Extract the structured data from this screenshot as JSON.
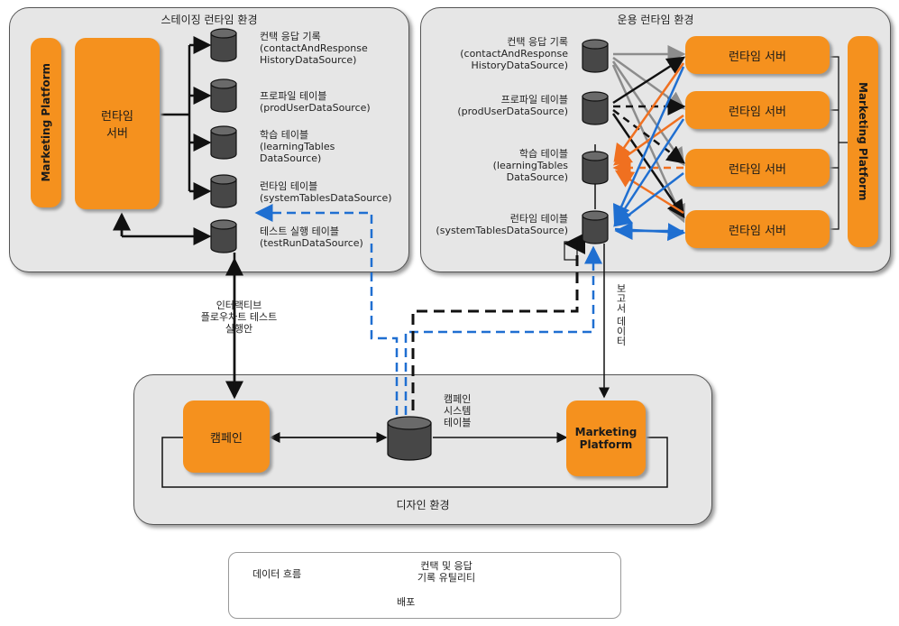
{
  "staging": {
    "title": "스테이징 런타임 환경",
    "platform": "Marketing Platform",
    "server": "런타임\n서버",
    "tables": [
      {
        "name": "컨택 응답 기록",
        "source": "(contactAndResponse\nHistoryDataSource)"
      },
      {
        "name": "프로파일 테이블",
        "source": "(prodUserDataSource)"
      },
      {
        "name": "학습 테이블",
        "source": "(learningTables\nDataSource)"
      },
      {
        "name": "런타임 테이블",
        "source": "(systemTablesDataSource)"
      },
      {
        "name": "테스트 실행 테이블",
        "source": "(testRunDataSource)"
      }
    ]
  },
  "production": {
    "title": "운용 런타임 환경",
    "platform": "Marketing Platform",
    "servers": [
      "런타임 서버",
      "런타임 서버",
      "런타임 서버",
      "런타임 서버"
    ],
    "tables": [
      {
        "name": "컨택 응답 기록",
        "source": "(contactAndResponse\nHistoryDataSource)"
      },
      {
        "name": "프로파일 테이블",
        "source": "(prodUserDataSource)"
      },
      {
        "name": "학습 테이블",
        "source": "(learningTables\nDataSource)"
      },
      {
        "name": "런타임 테이블",
        "source": "(systemTablesDataSource)"
      }
    ]
  },
  "design": {
    "title": "디자인 환경",
    "campaign": "캠페인",
    "campaign_tables": "캠페인\n시스템\n테이블",
    "platform": "Marketing\nPlatform"
  },
  "annotations": {
    "interactive_test": "인터랙티브\n플로우차트 테스트\n실행안",
    "report_data": "보고서 데이터"
  },
  "legend": {
    "data_flow": "데이터 흐름",
    "contact_utility": "컨택 및 응답\n기록 유틸리티",
    "deploy": "배포"
  },
  "colors": {
    "panel": "#e6e6e6",
    "box": "#f5911e",
    "deploy": "#1f6fd1",
    "utility": "#111111",
    "orange_line": "#f07020",
    "gray_line": "#8c8c8c"
  }
}
